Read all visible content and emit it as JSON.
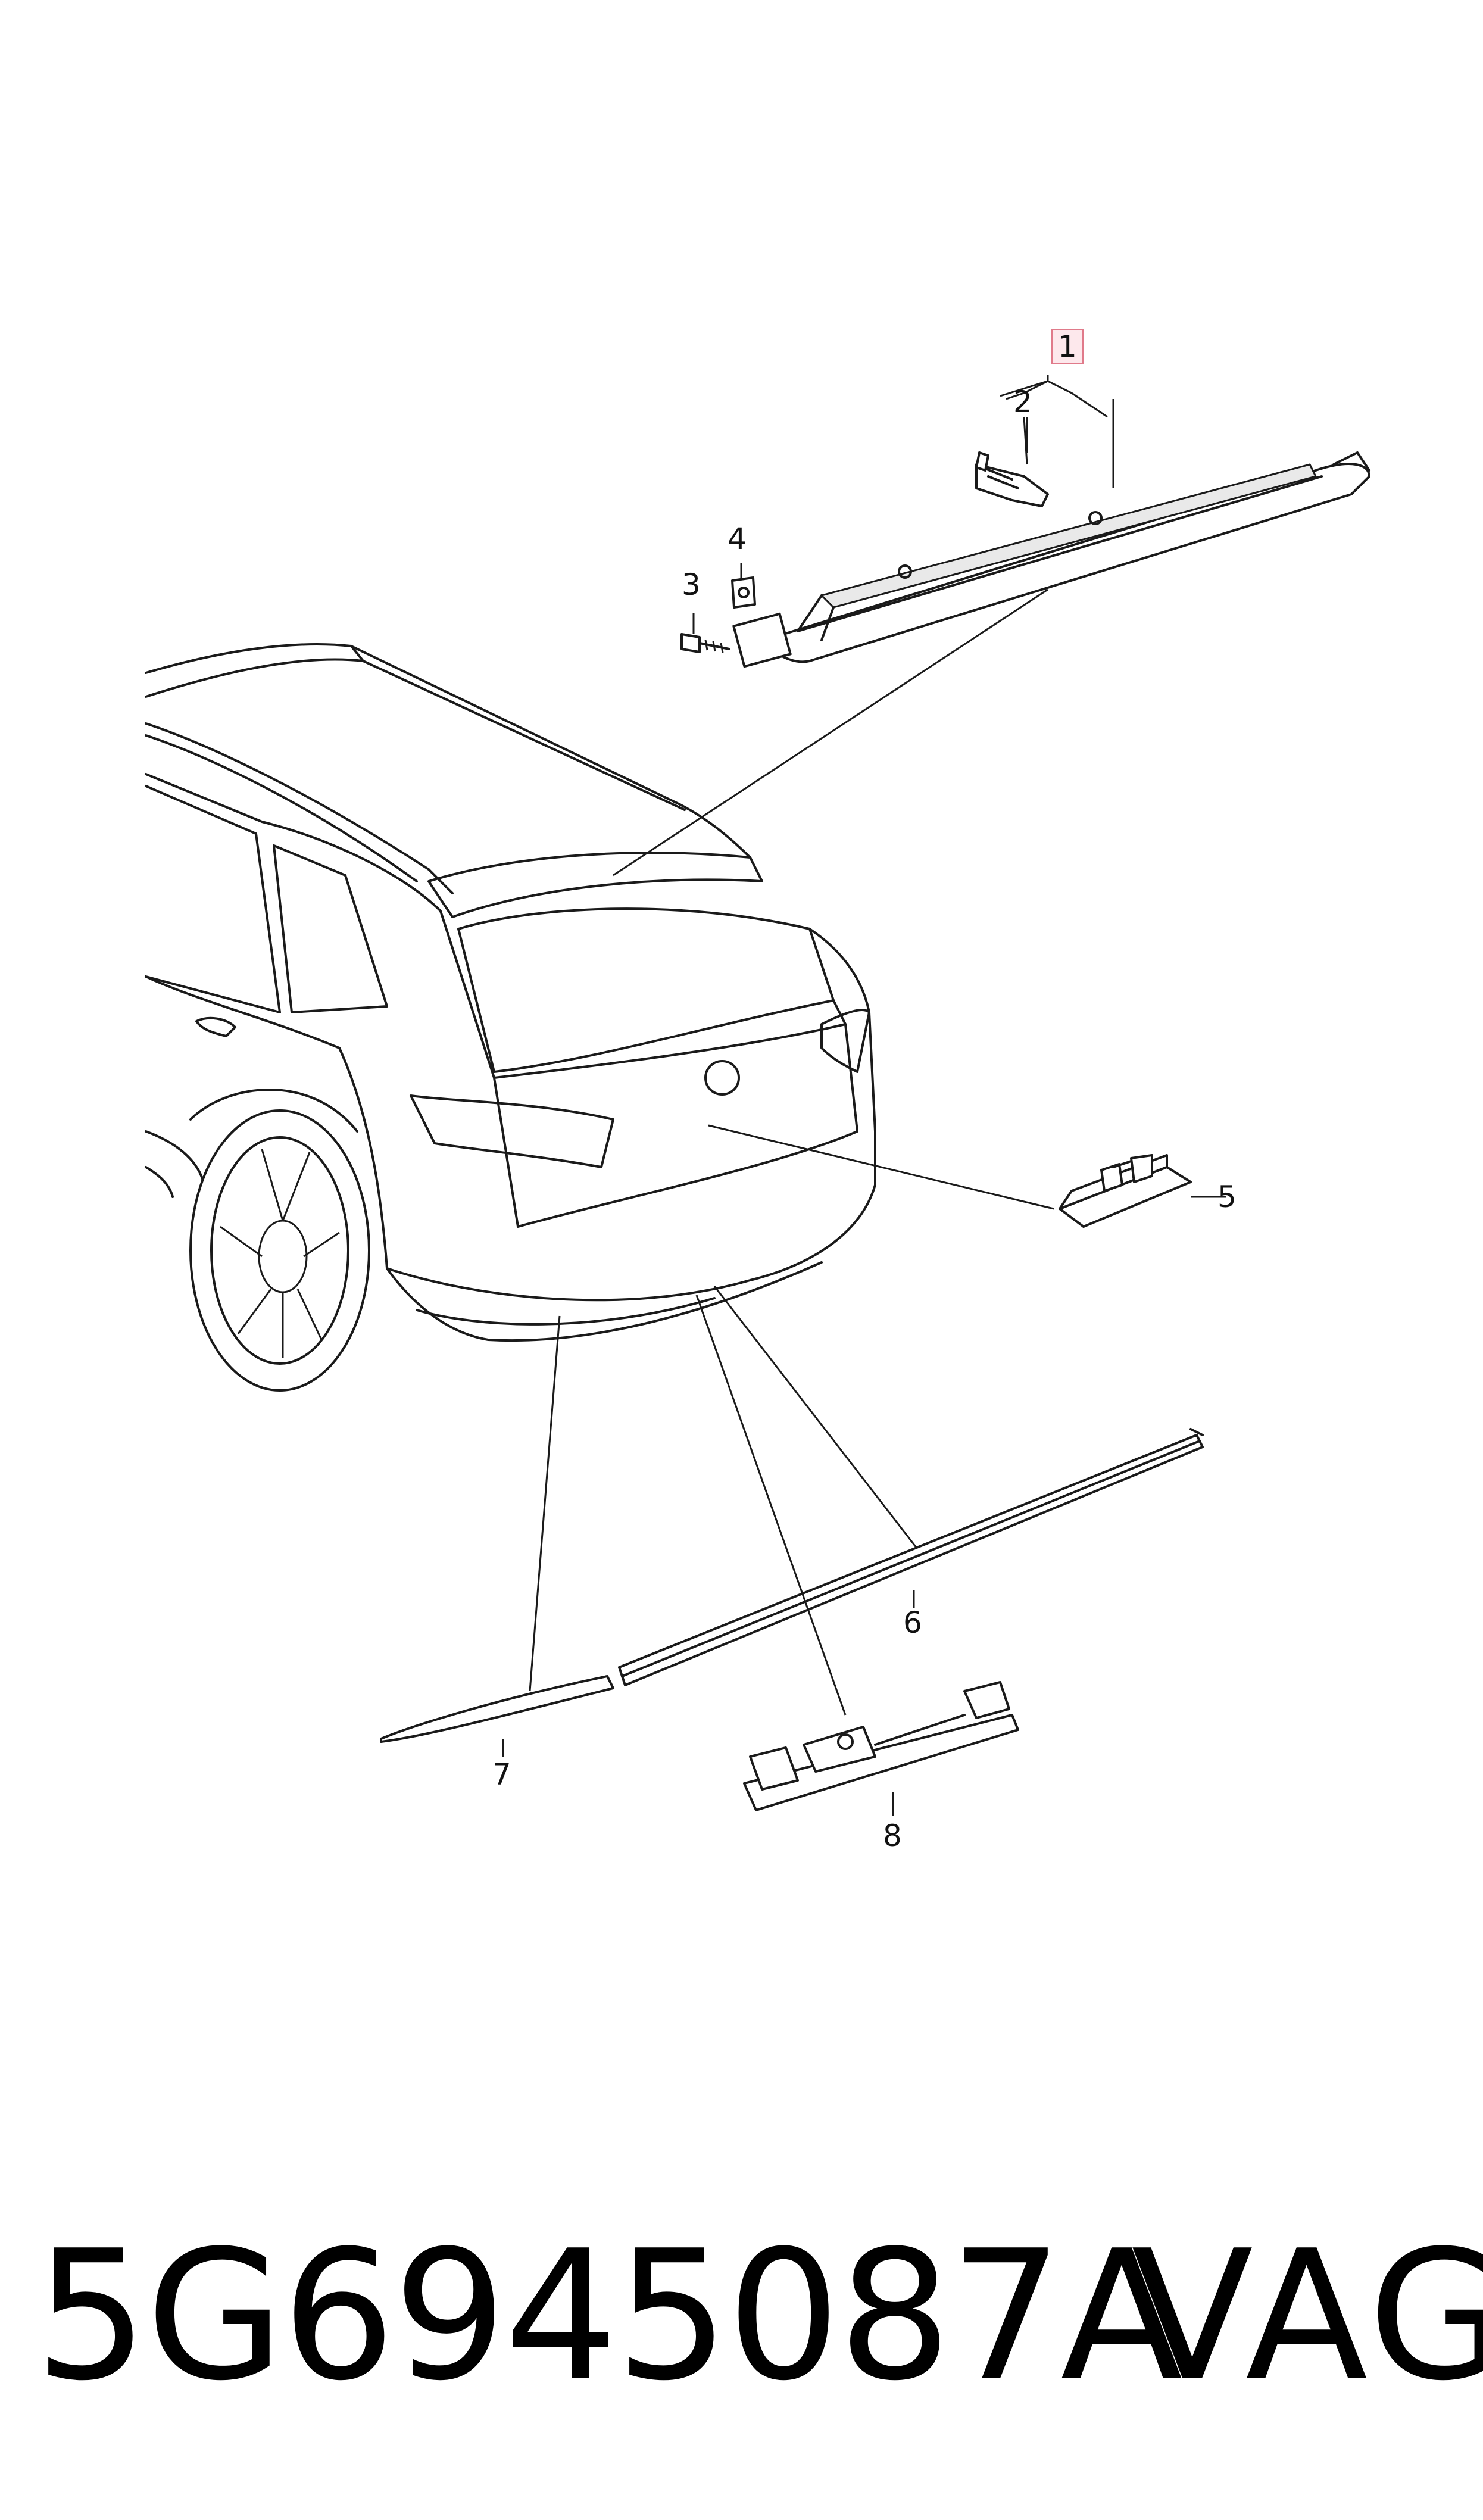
{
  "callouts": {
    "c1": "1",
    "c2": "2",
    "c3": "3",
    "c4": "4",
    "c5": "5",
    "c6": "6",
    "c7": "7",
    "c8": "8"
  },
  "footer": {
    "part_number": "5G6945087A",
    "brand": "VAG"
  },
  "colors": {
    "highlight_border": "#e07a8a",
    "highlight_fill": "#fde8ec",
    "line": "#1a1a1a"
  }
}
